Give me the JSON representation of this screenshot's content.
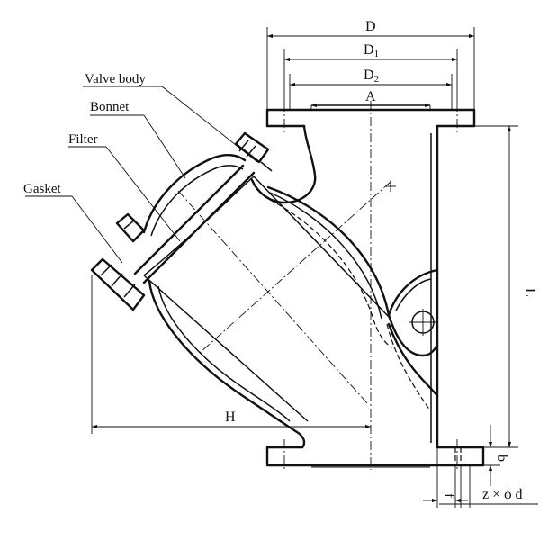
{
  "labels": {
    "valve_body": "Valve body",
    "bonnet": "Bonnet",
    "filter": "Filter",
    "gasket": "Gasket"
  },
  "dimensions": {
    "D": "D",
    "D1_main": "D",
    "D1_sub": "1",
    "D2_main": "D",
    "D2_sub": "2",
    "A": "A",
    "H": "H",
    "L": "L",
    "b": "b",
    "f": "f",
    "holes": "z × ϕ d"
  }
}
